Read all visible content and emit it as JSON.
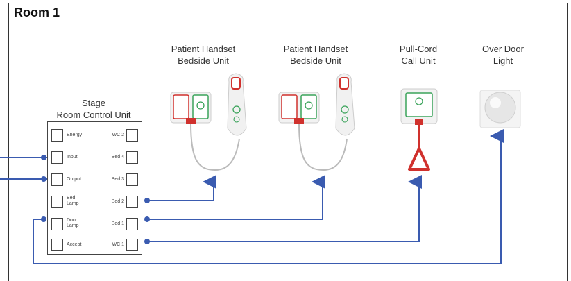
{
  "room_title": "Room 1",
  "devices": [
    {
      "id": "handset1",
      "line1": "Patient Handset",
      "line2": "Bedside Unit"
    },
    {
      "id": "handset2",
      "line1": "Patient Handset",
      "line2": "Bedside Unit"
    },
    {
      "id": "pullcord",
      "line1": "Pull-Cord",
      "line2": "Call Unit"
    },
    {
      "id": "overdoor",
      "line1": "Over Door",
      "line2": "Light"
    }
  ],
  "control_unit": {
    "line1": "Stage",
    "line2": "Room Control Unit"
  },
  "terminals_left": [
    {
      "label": "Energy"
    },
    {
      "label": "Input"
    },
    {
      "label": "Output"
    },
    {
      "label": "Bed Lamp"
    },
    {
      "label": "Door Lamp"
    },
    {
      "label": "Accept"
    }
  ],
  "terminals_right": [
    {
      "label": "WC 2"
    },
    {
      "label": "Bed 4"
    },
    {
      "label": "Bed 3"
    },
    {
      "label": "Bed 2"
    },
    {
      "label": "Bed 1"
    },
    {
      "label": "WC 1"
    }
  ],
  "colors": {
    "wire": "#3a5bb0",
    "red": "#d0312d",
    "green": "#3aa35a",
    "text": "#333333"
  }
}
